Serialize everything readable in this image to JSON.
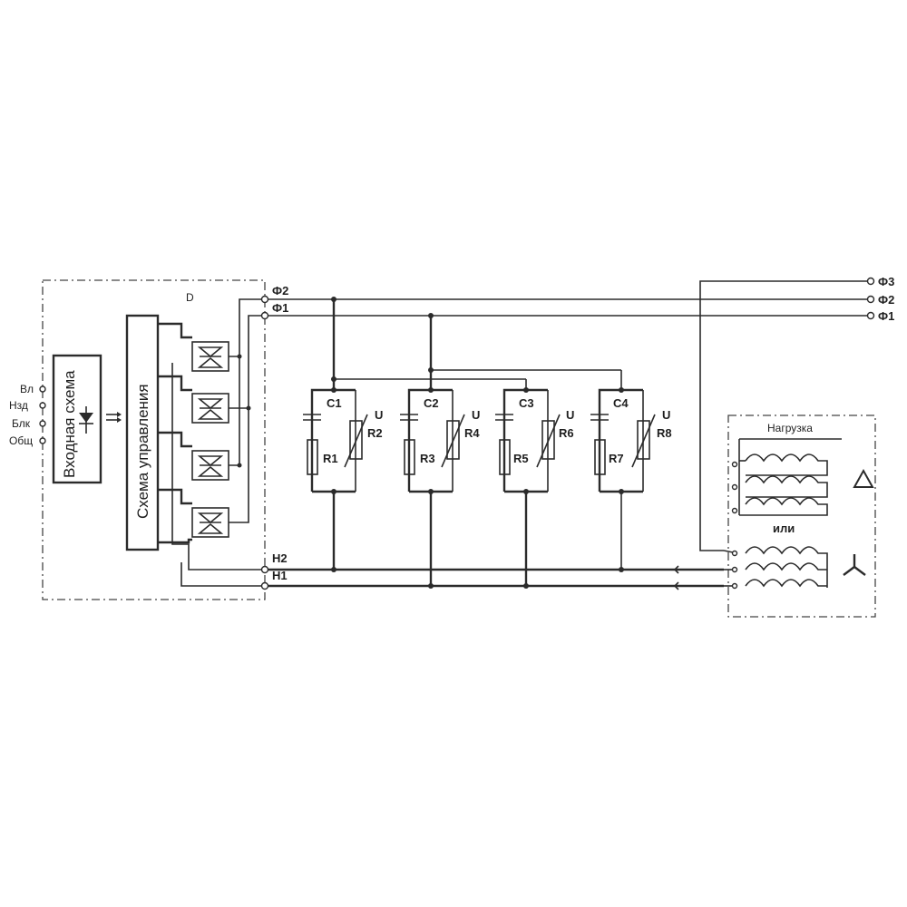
{
  "block_d": {
    "label": "D"
  },
  "input_block": {
    "title": "Входная схема"
  },
  "control_block": {
    "title": "Схема управления"
  },
  "inputs": [
    "Вл",
    "Нзд",
    "Блк",
    "Общ"
  ],
  "left_terminals": {
    "f2": "Ф2",
    "f1": "Ф1",
    "n2": "Н2",
    "n1": "Н1"
  },
  "right_terminals": {
    "f3": "Ф3",
    "f2": "Ф2",
    "f1": "Ф1"
  },
  "snubbers": [
    {
      "cap": "C1",
      "res": "R1",
      "var": "R2",
      "u": "U"
    },
    {
      "cap": "C2",
      "res": "R3",
      "var": "R4",
      "u": "U"
    },
    {
      "cap": "C3",
      "res": "R5",
      "var": "R6",
      "u": "U"
    },
    {
      "cap": "C4",
      "res": "R7",
      "var": "R8",
      "u": "U"
    }
  ],
  "load": {
    "title": "Нагрузка",
    "or": "или",
    "delta_symbol": "Δ",
    "star_symbol": "Y"
  }
}
